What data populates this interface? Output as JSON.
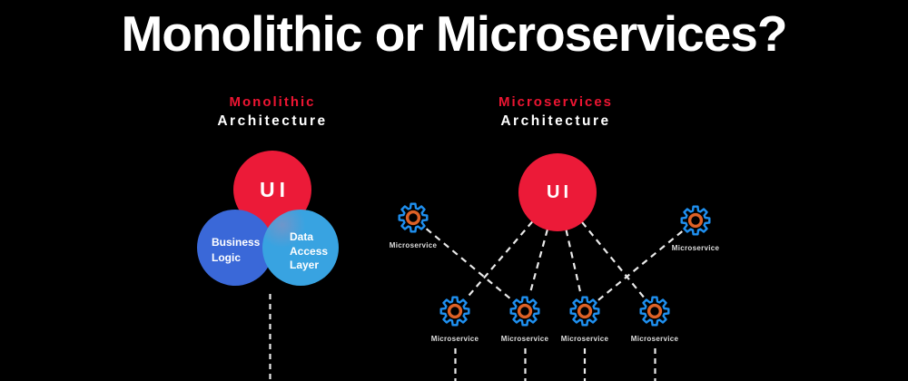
{
  "title": "Monolithic or Microservices?",
  "left_panel": {
    "heading_accent": "Monolithic",
    "heading_main": "Architecture",
    "ui_label": "UI",
    "business_logic": {
      "line1": "Business",
      "line2": "Logic"
    },
    "data_access": {
      "line1": "Data",
      "line2": "Access",
      "line3": "Layer"
    }
  },
  "right_panel": {
    "heading_accent": "Microservices",
    "heading_main": "Architecture",
    "ui_label": "UI",
    "nodes": [
      {
        "id": "ms-top-left",
        "label": "Microservice"
      },
      {
        "id": "ms-top-right",
        "label": "Microservice"
      },
      {
        "id": "ms-bottom-1",
        "label": "Microservice"
      },
      {
        "id": "ms-bottom-2",
        "label": "Microservice"
      },
      {
        "id": "ms-bottom-3",
        "label": "Microservice"
      },
      {
        "id": "ms-bottom-4",
        "label": "Microservice"
      }
    ],
    "edges": [
      {
        "from": "ui",
        "to": "ms-bottom-1"
      },
      {
        "from": "ui",
        "to": "ms-bottom-2"
      },
      {
        "from": "ui",
        "to": "ms-bottom-3"
      },
      {
        "from": "ui",
        "to": "ms-bottom-4"
      },
      {
        "from": "ms-top-left",
        "to": "ms-bottom-2"
      },
      {
        "from": "ms-top-right",
        "to": "ms-bottom-3"
      }
    ]
  },
  "colors": {
    "background": "#000000",
    "accent_red": "#ED1532",
    "ui_circle_red": "#EC1A38",
    "business_logic_blue": "#3A68D8",
    "data_access_blue": "#38A3E1",
    "gear_blue": "#1F90F0",
    "gear_orange": "#DD6126",
    "dashed_line": "#EAEAEA",
    "text_white": "#FFFFFF"
  }
}
